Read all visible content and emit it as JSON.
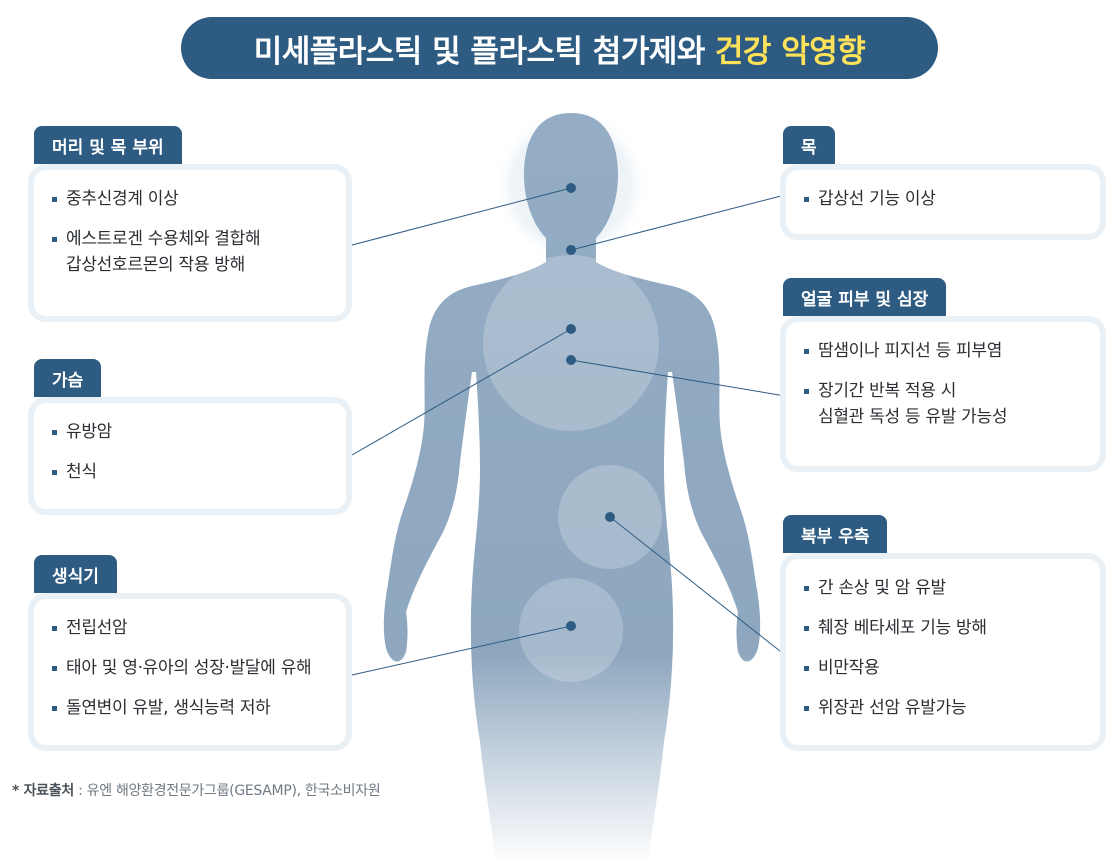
{
  "title": {
    "main": "미세플라스틱 및 플라스틱 첨가제와",
    "highlight": "건강 악영향",
    "highlight_color": "#ffe25a",
    "bg_color": "#2e5b82"
  },
  "panels": {
    "head_neck": {
      "label": "머리 및 목 부위",
      "items": [
        "중추신경계 이상",
        "에스트로겐 수용체와 결합해\n갑상선호르몬의 작용 방해"
      ]
    },
    "chest": {
      "label": "가슴",
      "items": [
        "유방암",
        "천식"
      ]
    },
    "reproductive": {
      "label": "생식기",
      "items": [
        "전립선암",
        "태아 및 영·유아의 성장·발달에 유해",
        "돌연변이 유발, 생식능력 저하"
      ]
    },
    "neck": {
      "label": "목",
      "items": [
        "갑상선 기능 이상"
      ]
    },
    "skin_heart": {
      "label": "얼굴 피부 및 심장",
      "items": [
        "땀샘이나 피지선 등 피부염",
        "장기간 반복 적용 시\n심혈관 독성 등 유발 가능성"
      ]
    },
    "abdomen": {
      "label": "복부 우측",
      "items": [
        "간 손상 및 암 유발",
        "췌장 베타세포 기능 방해",
        "비만작용",
        "위장관 선암 유발가능"
      ]
    }
  },
  "source": {
    "prefix": "* 자료출처",
    "text": " : 유엔 해양환경전문가그룹(GESAMP), 한국소비자원"
  },
  "colors": {
    "accent": "#2e5b82",
    "body": "#8fa8c0",
    "panel_border": "#e9f1f7"
  }
}
